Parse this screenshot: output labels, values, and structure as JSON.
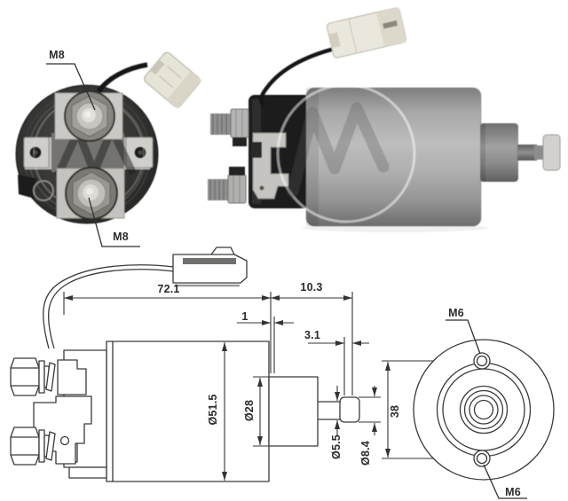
{
  "views": {
    "rear_photo": {
      "label_top": "M8",
      "label_bottom": "M8"
    },
    "side_drawing": {
      "length_overall": "72.1",
      "length_plunger": "10.3",
      "length_step": "1",
      "length_tip": "3.1",
      "dia_body": "Ø51.5",
      "dia_neck": "Ø28",
      "dia_rod": "Ø5.5",
      "dia_tip": "Ø8.4"
    },
    "front_drawing": {
      "thread_top": "M6",
      "thread_bottom": "M6",
      "hole_spacing": "38"
    }
  },
  "colors": {
    "background": "#ffffff",
    "line": "#3a3a3a",
    "dim_line": "#333333",
    "text": "#2b2b2b",
    "photo_gray": "#a9a9a9",
    "connector_cream": "#e9e6dc",
    "wire_black": "#161616"
  }
}
